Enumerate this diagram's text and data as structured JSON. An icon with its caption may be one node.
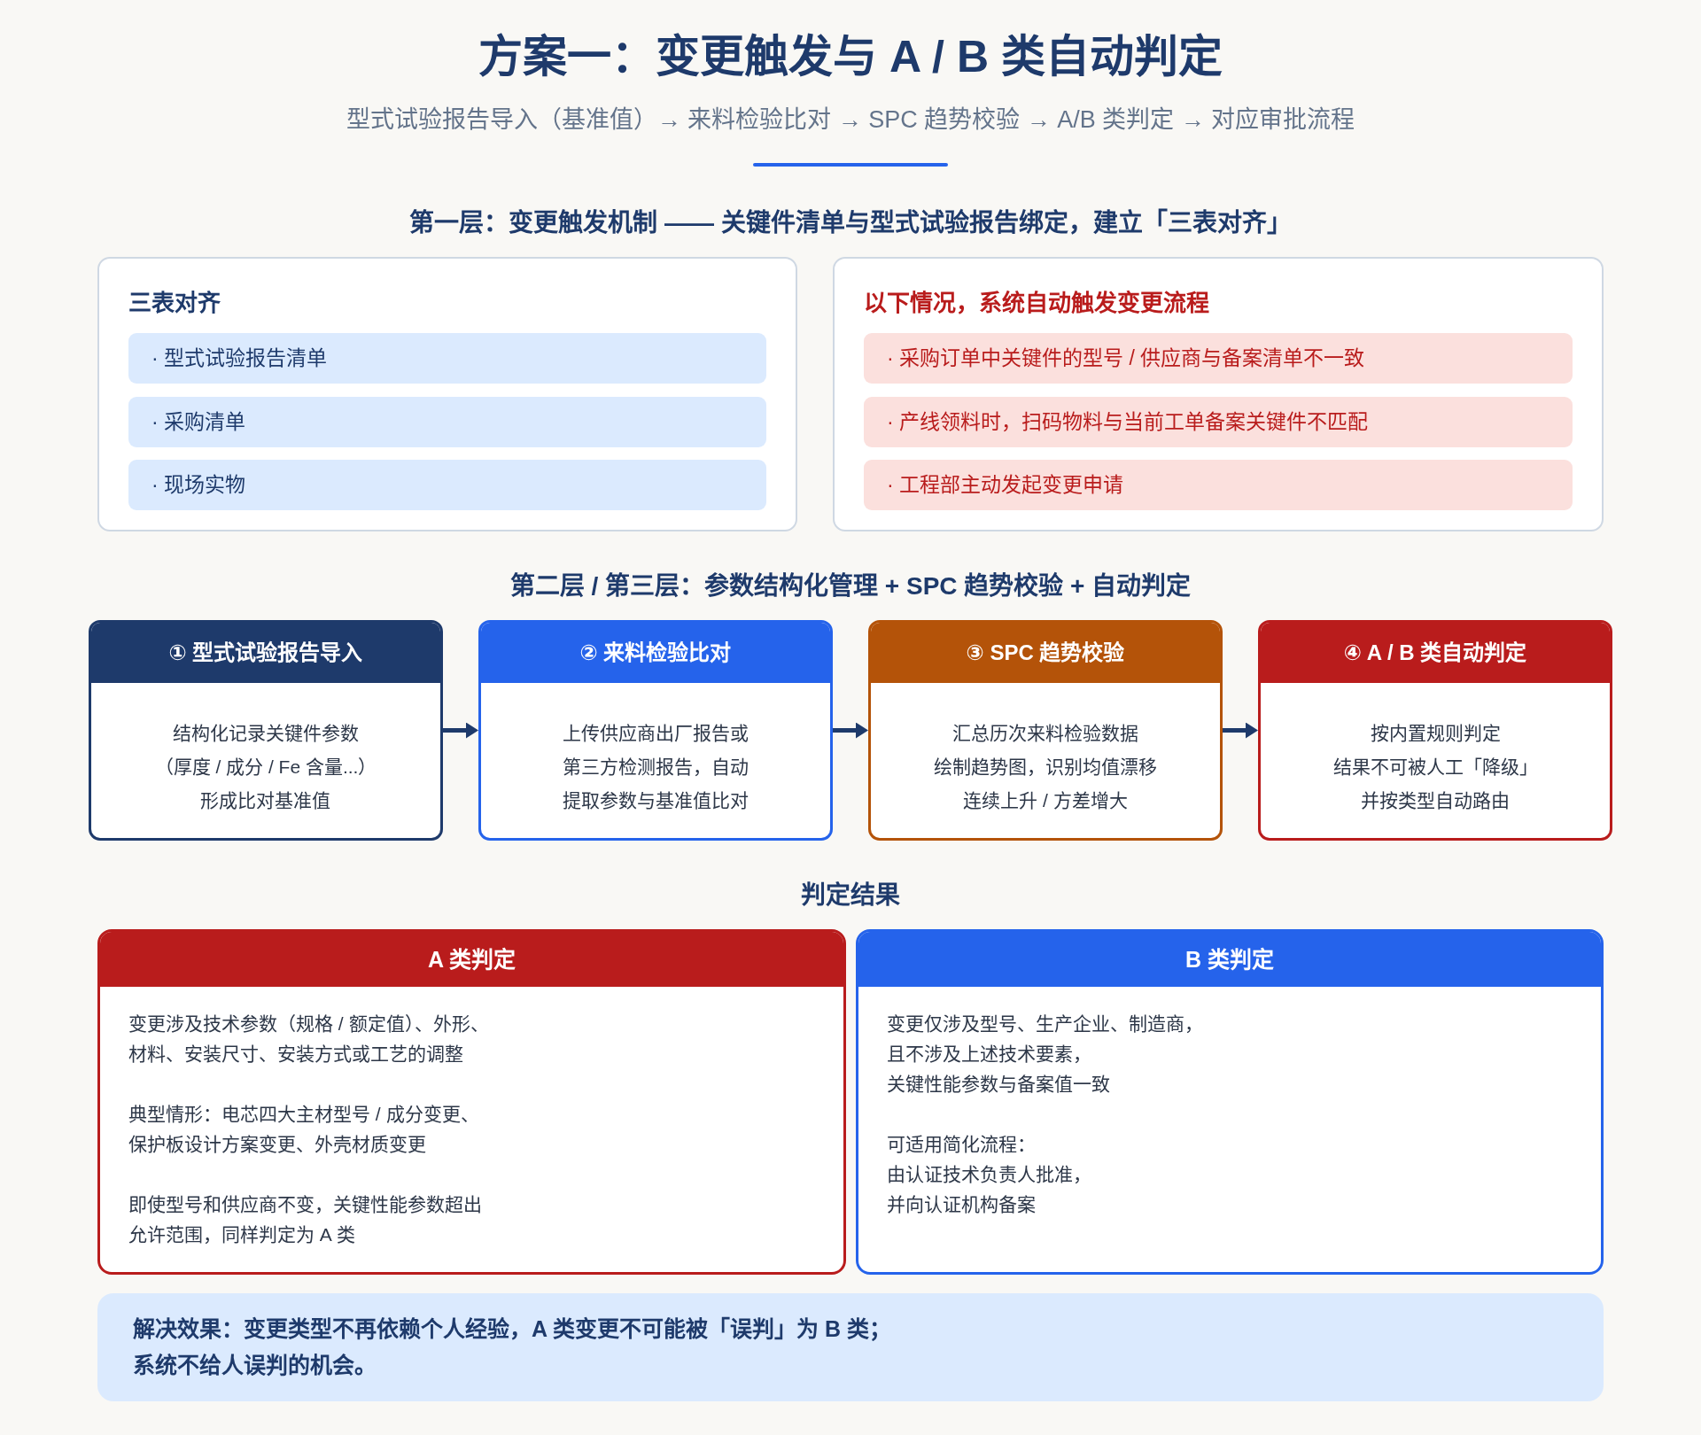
{
  "diagram": {
    "title": "方案一：变更触发与 A / B 类自动判定",
    "nodes": [
      {
        "text": [
          "三表对齐"
        ]
      },
      {
        "text": [
          "· 型式试验报告清单"
        ],
        "in": 0
      },
      {
        "text": [
          "· 采购清单"
        ],
        "in": 0
      },
      {
        "text": [
          "· 现场实物"
        ],
        "in": 0
      },
      {
        "text": [
          "以下情况，系统自动触发变更流程"
        ]
      },
      {
        "text": [
          "· 采购订单中关键件的型号 / 供应商与备案清单不一致"
        ],
        "in": 4
      },
      {
        "text": [
          "· 产线领料时，扫码物料与当前工单备案关键件不匹配"
        ],
        "in": 4
      },
      {
        "text": [
          "· 工程部主动发起变更申请"
        ],
        "in": 4
      },
      {
        "text": [
          "① 型式试验报告导入",
          "结构化记录关键件参数（厚度 / 成分 / Fe 含量...）形成比对基准值"
        ]
      },
      {
        "text": [
          "② 来料检验比对",
          "上传供应商出厂报告或第三方检测报告，自动提取参数与基准值比对"
        ]
      },
      {
        "text": [
          "③ SPC 趋势校验",
          "汇总历次来料检验数据绘制趋势图，识别均值漂移连续上升 / 方差增大"
        ]
      },
      {
        "text": [
          "④ A / B 类自动判定",
          "按内置规则判定结果不可被人工「降级」并按类型自动路由"
        ]
      },
      {
        "text": [
          "A 类判定",
          "变更涉及技术参数（规格 / 额定值）、外形、材料、安装尺寸、安装方式或工艺的调整",
          "典型情形：电芯四大主材型号 / 成分变更、保护板设计方案变更、外壳材质变更",
          "即使型号和供应商不变，关键性能参数超出允许范围，同样判定为 A 类"
        ]
      },
      {
        "text": [
          "B 类判定",
          "变更仅涉及型号、生产企业、制造商，且不涉及上述技术要素，关键性能参数与备案值一致",
          "可适用简化流程：由认证技术负责人批准，并向认证机构备案"
        ]
      },
      {
        "text": [
          "解决效果：变更类型不再依赖个人经验，A 类变更不可能被「误判」为 B 类；系统不给人误判的机会。"
        ]
      }
    ],
    "edges": [
      {
        "from": 8,
        "to": 9,
        "arrow": "to"
      },
      {
        "from": 9,
        "to": 10,
        "arrow": "to"
      },
      {
        "from": 10,
        "to": 11,
        "arrow": "to"
      }
    ],
    "labels": [
      "型式试验报告导入（基准值）→ 来料检验比对 → SPC 趋势校验 → A/B 类判定 → 对应审批流程",
      "第一层：变更触发机制 —— 关键件清单与型式试验报告绑定，建立「三表对齐」",
      "第二层 / 第三层：参数结构化管理 + SPC 趋势校验 + 自动判定",
      "判定结果"
    ]
  }
}
